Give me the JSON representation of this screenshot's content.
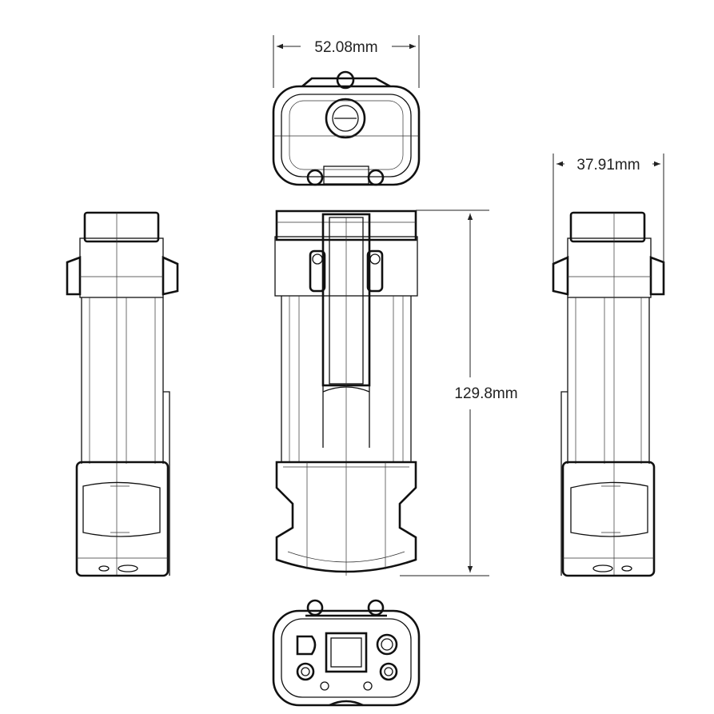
{
  "dimensions": {
    "width_label": "52.08mm",
    "depth_label": "37.91mm",
    "height_label": "129.8mm"
  },
  "views": [
    "top-view",
    "front-view",
    "left-side-view",
    "right-side-view",
    "bottom-view"
  ]
}
